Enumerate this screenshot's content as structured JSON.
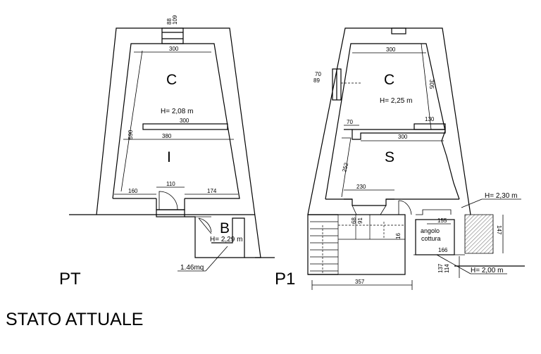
{
  "drawing": {
    "floors": {
      "ground": "PT",
      "first": "P1"
    },
    "title": "STATO ATTUALE",
    "ground_floor": {
      "rooms": {
        "upper": "C",
        "lower": "I",
        "bath": "B"
      },
      "heights": {
        "main": "H= 2,08 m",
        "bath": "H= 2,29 m"
      },
      "area_note": "1.46mq",
      "dims": {
        "window_a": "88",
        "window_b": "109",
        "top_width": "300",
        "depth": "590",
        "slab": "300",
        "mid_width": "380",
        "bottom_left": "160",
        "door": "110",
        "bottom_right": "174"
      }
    },
    "first_floor": {
      "rooms": {
        "upper": "C",
        "lower": "S",
        "kitchen": "angolo\ncottura"
      },
      "kitchen_lines": [
        "angolo",
        "cottura"
      ],
      "heights": {
        "main": "H= 2,25 m",
        "landing": "H= 2,30 m",
        "kitchen": "H= 2,00 m"
      },
      "dims": {
        "win_a": "70",
        "win_b": "89",
        "top_width": "300",
        "right_depth": "305",
        "ledge": "130",
        "small": "70",
        "mid_width": "300",
        "left_depth": "252",
        "opening": "230",
        "stair_a": "68",
        "stair_b": "91",
        "stair_c": "16",
        "kitchen_w": "155",
        "kitchen_d": "147",
        "kitchen_w2": "166",
        "low_a": "137",
        "low_b": "114",
        "total": "357"
      }
    }
  }
}
